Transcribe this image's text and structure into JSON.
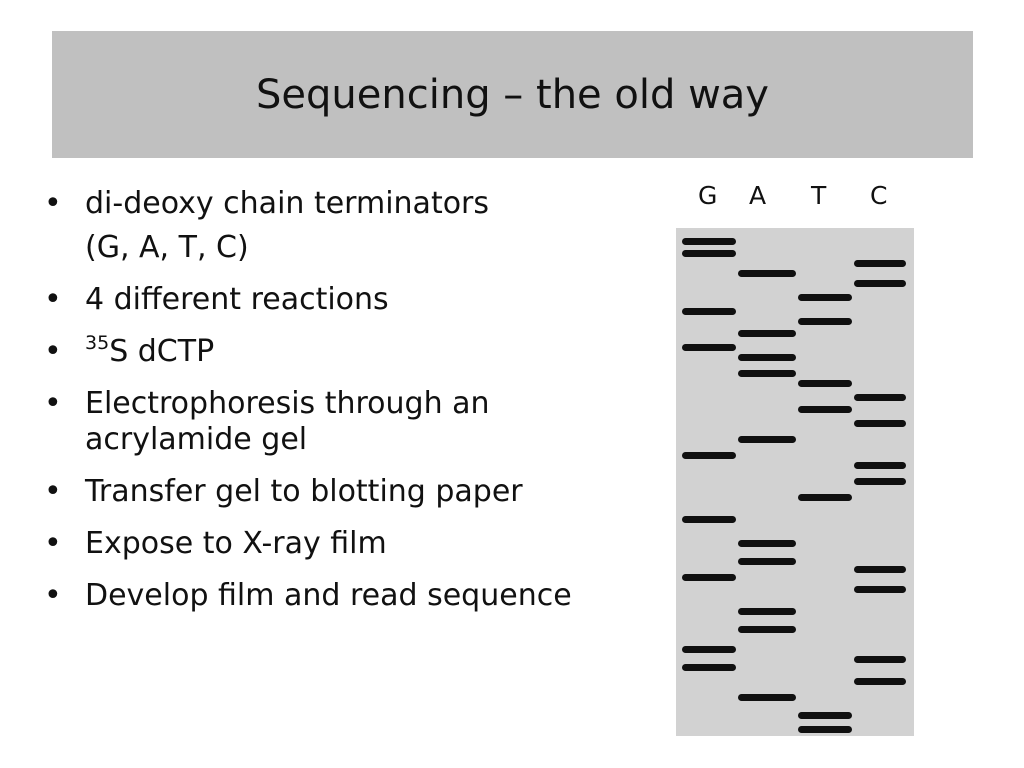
{
  "slide": {
    "title": "Sequencing – the old way"
  },
  "bullets": [
    {
      "text": "di-deoxy chain terminators"
    },
    {
      "text": "(G, A, T, C)",
      "continuation": true
    },
    {
      "text": "4 different reactions"
    },
    {
      "sup": "35",
      "text": "S dCTP"
    },
    {
      "text": "Electrophoresis through an acrylamide gel"
    },
    {
      "text": "Transfer gel to blotting paper"
    },
    {
      "text": "Expose to X-ray film"
    },
    {
      "text": "Develop film and read sequence"
    }
  ],
  "bullet_marker": "•",
  "gel": {
    "lanes": [
      "G",
      "A",
      "T",
      "C"
    ],
    "band_color": "#101010",
    "background_color": "#d2d2d2"
  }
}
